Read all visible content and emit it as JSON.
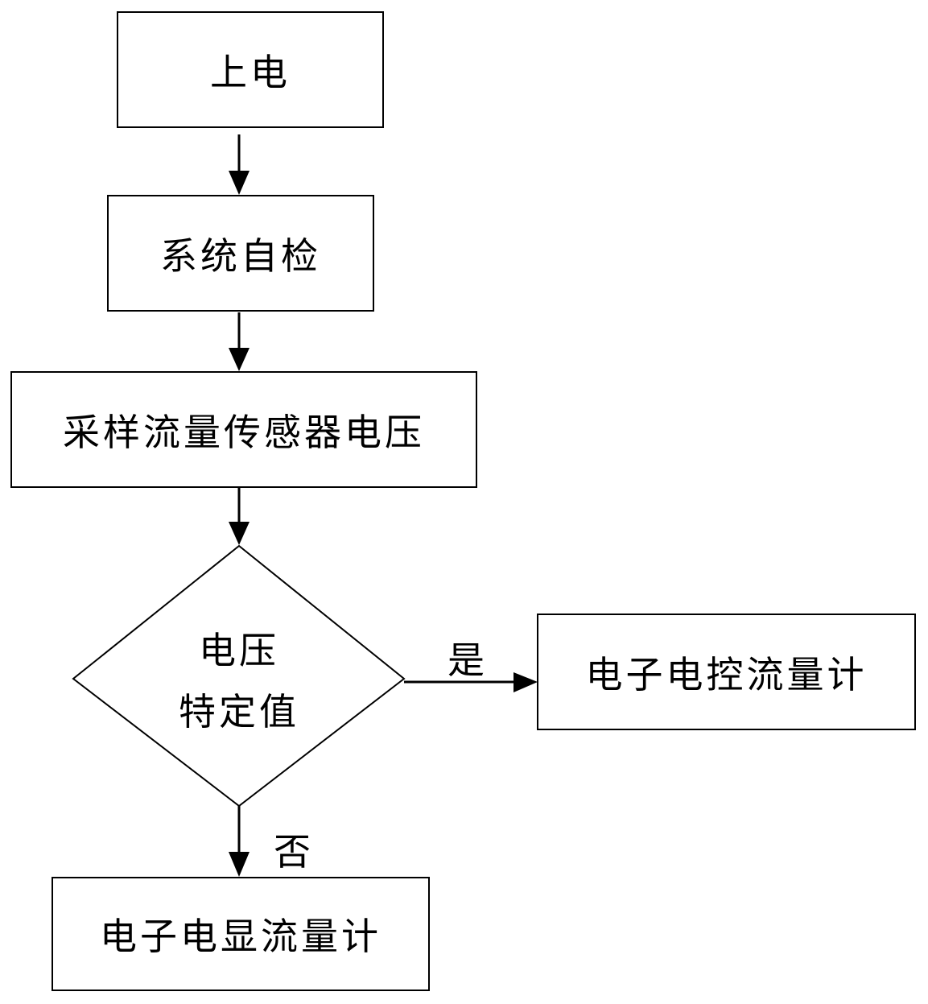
{
  "flowchart": {
    "steps": {
      "power_on": "上电",
      "self_check": "系统自检",
      "sample_voltage": "采样流量传感器电压"
    },
    "decision": {
      "line1": "电压",
      "line2": "特定值"
    },
    "branches": {
      "yes_label": "是",
      "no_label": "否"
    },
    "outcomes": {
      "yes_result": "电子电控流量计",
      "no_result": "电子电显流量计"
    }
  }
}
